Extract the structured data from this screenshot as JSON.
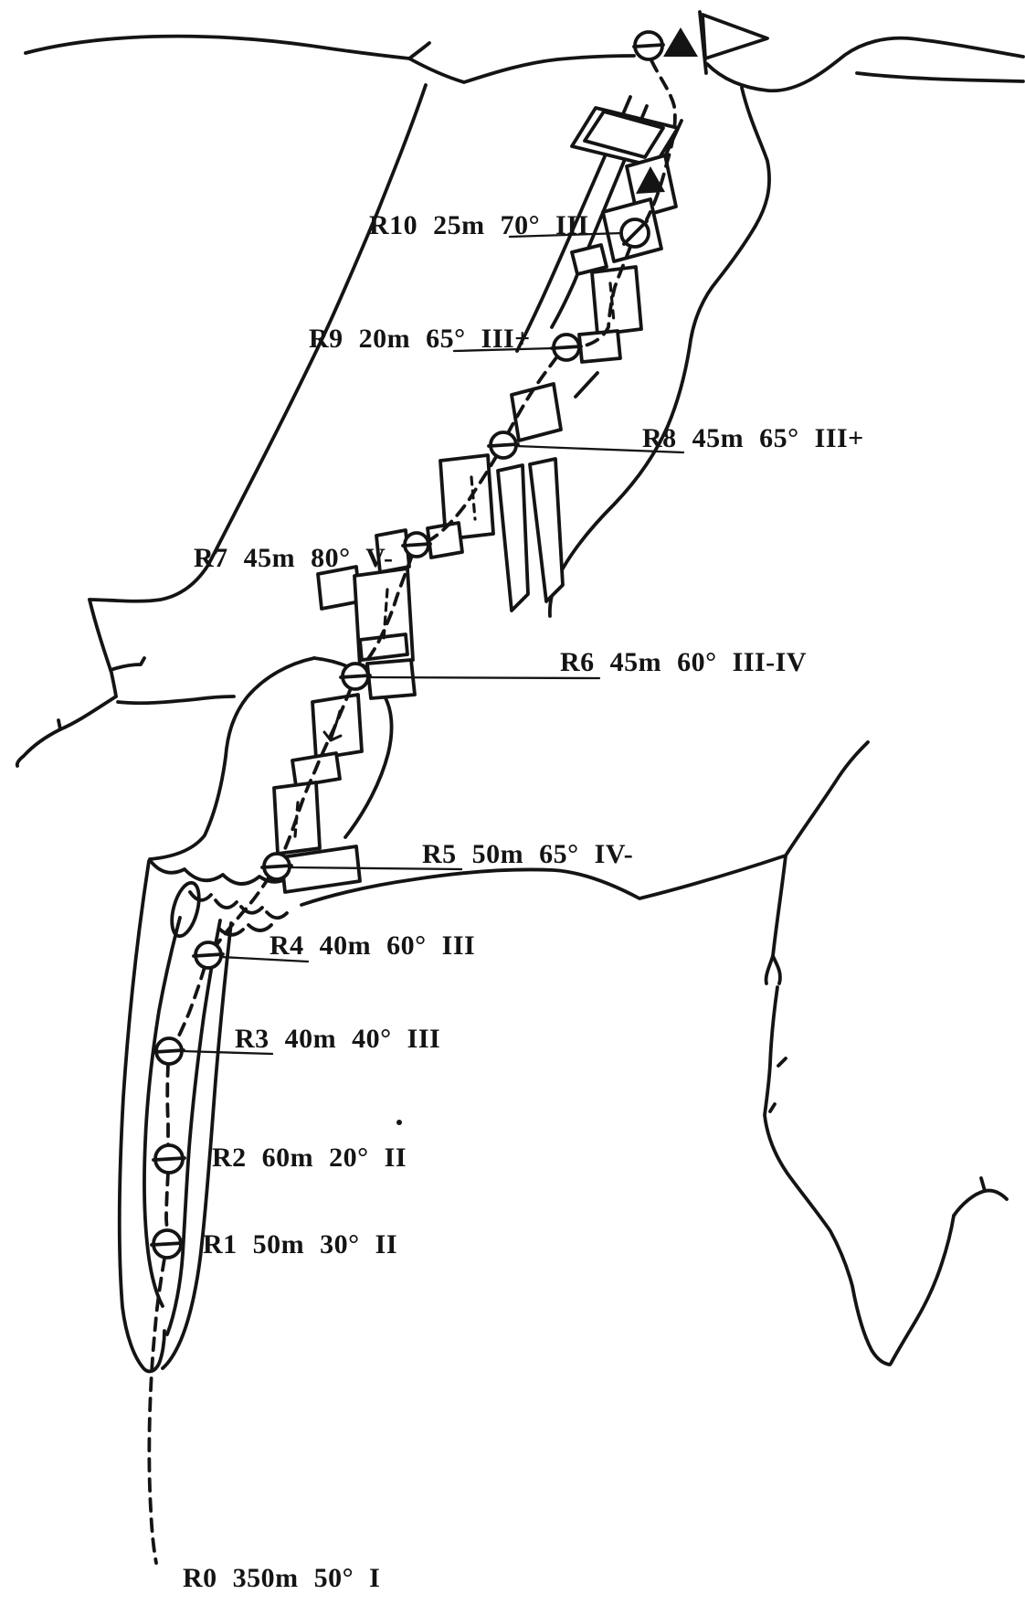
{
  "page": {
    "kind": "hand-drawn climbing route topo",
    "ink_color": "#141414",
    "paper_color": "#ffffff"
  },
  "summit": {
    "flag": "pennant-flag",
    "marker": "filled-summit-triangle",
    "belay": "belay-station-circle"
  },
  "pitches": [
    {
      "id": "R0",
      "text": "R0 350m 50° I",
      "length": "350m",
      "steepness": "50°",
      "grade": "I",
      "underlined": false
    },
    {
      "id": "R1",
      "text": "R1 50m 30° II",
      "length": "50m",
      "steepness": "30°",
      "grade": "II",
      "underlined": false
    },
    {
      "id": "R2",
      "text": "R2 60m 20° II",
      "length": "60m",
      "steepness": "20°",
      "grade": "II",
      "underlined": false
    },
    {
      "id": "R3",
      "text": "R3 40m 40° III",
      "length": "40m",
      "steepness": "40°",
      "grade": "III",
      "underlined": true
    },
    {
      "id": "R4",
      "text": "R4 40m 60° III",
      "length": "40m",
      "steepness": "60°",
      "grade": "III",
      "underlined": true
    },
    {
      "id": "R5",
      "text": "R5 50m 65° IV-",
      "length": "50m",
      "steepness": "65°",
      "grade": "IV-",
      "underlined": true
    },
    {
      "id": "R6",
      "text": "R6 45m 60° III-IV",
      "length": "45m",
      "steepness": "60°",
      "grade": "III-IV",
      "underlined": true
    },
    {
      "id": "R7",
      "text": "R7 45m 80° V-",
      "length": "45m",
      "steepness": "80°",
      "grade": "V-",
      "underlined": false
    },
    {
      "id": "R8",
      "text": "R8 45m 65° III+",
      "length": "45m",
      "steepness": "65°",
      "grade": "III+",
      "underlined": true
    },
    {
      "id": "R9",
      "text": "R9 20m 65° III+",
      "length": "20m",
      "steepness": "65°",
      "grade": "III+",
      "underlined": true
    },
    {
      "id": "R10",
      "text": "R10 25m 70° III",
      "length": "25m",
      "steepness": "70°",
      "grade": "III",
      "underlined": true
    }
  ]
}
